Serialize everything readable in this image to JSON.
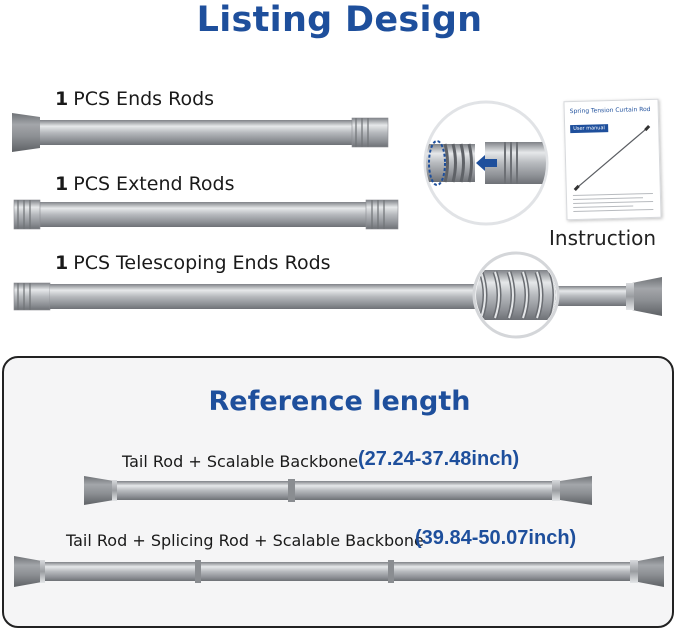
{
  "header": {
    "title": "Listing Design"
  },
  "rods": [
    {
      "qty": "1",
      "label": "PCS Ends Rods"
    },
    {
      "qty": "1",
      "label": "PCS Extend Rods"
    },
    {
      "qty": "1",
      "label": "PCS Telescoping Ends Rods"
    }
  ],
  "instruction": {
    "label": "Instruction",
    "manual_title": "Spring Tension Curtain Rod",
    "manual_subtitle": "User manual"
  },
  "reference": {
    "title": "Reference length",
    "rows": [
      {
        "label": "Tail Rod + Scalable Backbone",
        "range": "(27.24-37.48inch)"
      },
      {
        "label": "Tail Rod + Splicing Rod + Scalable Backbone",
        "range": "(39.84-50.07inch)"
      }
    ]
  },
  "colors": {
    "accent": "#1e4f9c",
    "rod": "#a9acb0",
    "cap": "#8a8c90"
  }
}
